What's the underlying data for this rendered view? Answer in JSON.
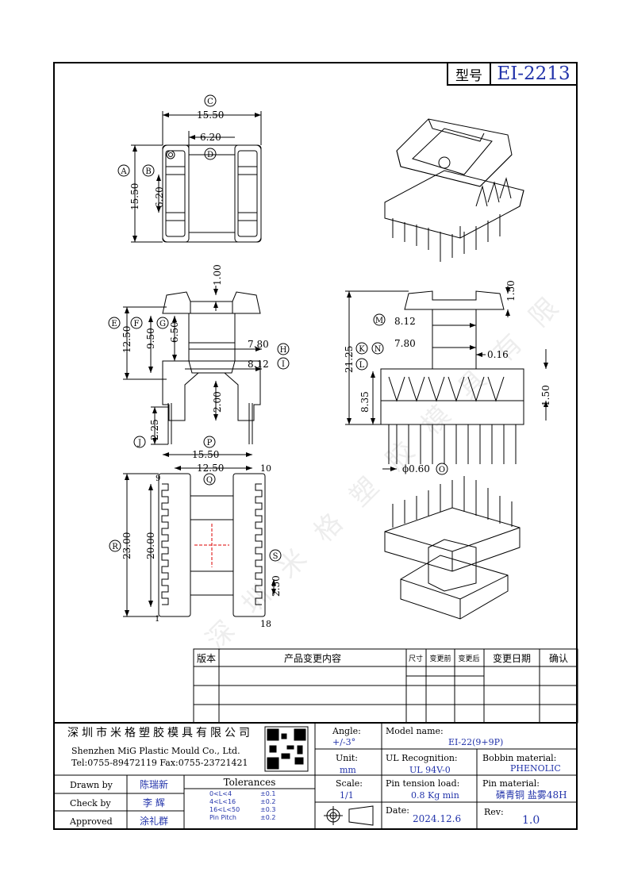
{
  "model_header": {
    "label": "型号",
    "value": "EI-2213"
  },
  "dims": {
    "top_view": {
      "c_width": "15.50",
      "d_width": "6.20",
      "a_height": "15.50",
      "b_height": "6.20"
    },
    "side_view": {
      "top_1": "1.00",
      "e_height": "12.50",
      "f_height": "9.50",
      "g_height": "6.50",
      "h_width": "7.80",
      "i_width": "8.12",
      "center_2": "2.00",
      "j_pin": "2.25"
    },
    "front_view": {
      "height_21": "21.25",
      "m_8": "8.12",
      "n_7": "7.80",
      "t_016": "0.16",
      "top_150": "1.50",
      "right_150": "1.50",
      "h_835": "8.35",
      "pin_dia": "ϕ0.60"
    },
    "bottom_view": {
      "p_width": "15.50",
      "q_width": "12.50",
      "r_height": "23.00",
      "h_20": "20.00",
      "s_pitch": "2.50",
      "pin_9": "9",
      "pin_10": "10",
      "pin_1": "1",
      "pin_18": "18"
    }
  },
  "letters": {
    "A": "A",
    "B": "B",
    "C": "C",
    "D": "D",
    "E": "E",
    "F": "F",
    "G": "G",
    "H": "H",
    "I": "I",
    "J": "J",
    "K": "K",
    "L": "L",
    "M": "M",
    "N": "N",
    "O": "O",
    "P": "P",
    "Q": "Q",
    "R": "R",
    "S": "S"
  },
  "revision_table": {
    "headers": [
      "版本",
      "产品变更内容",
      "尺寸",
      "变更前",
      "变更后",
      "变更日期",
      "确认"
    ]
  },
  "title_block": {
    "company_cn": "深圳市米格塑胶模具有限公司",
    "company_en": "Shenzhen MiG Plastic Mould Co., Ltd.",
    "contact": "Tel:0755-89472119   Fax:0755-23721421",
    "angle_label": "Angle:",
    "angle_value": "+/-3°",
    "unit_label": "Unit:",
    "unit_value": "mm",
    "scale_label": "Scale:",
    "scale_value": "1/1",
    "model_name_label": "Model name:",
    "model_name_value": "EI-22(9+9P)",
    "ul_label": "UL Recognition:",
    "ul_value": "UL 94V-0",
    "bobbin_label": "Bobbin material:",
    "bobbin_value": "PHENOLIC",
    "pin_tension_label": "Pin tension load:",
    "pin_tension_value": "0.8 Kg min",
    "pin_material_label": "Pin material:",
    "pin_material_value": "磷青铜 盐雾48H",
    "date_label": "Date:",
    "date_value": "2024.12.6",
    "rev_label": "Rev:",
    "rev_value": "1.0",
    "drawn_label": "Drawn by",
    "drawn_value": "陈瑞新",
    "check_label": "Check by",
    "check_value": "李 辉",
    "approved_label": "Approved",
    "approved_value": "涂礼群",
    "tolerances_title": "Tolerances",
    "tolerances": [
      {
        "range": "0<L<4",
        "value": "±0.1"
      },
      {
        "range": "4<L<16",
        "value": "±0.2"
      },
      {
        "range": "16<L<50",
        "value": "±0.3"
      },
      {
        "range": "Pin Pitch",
        "value": "±0.2"
      }
    ]
  }
}
